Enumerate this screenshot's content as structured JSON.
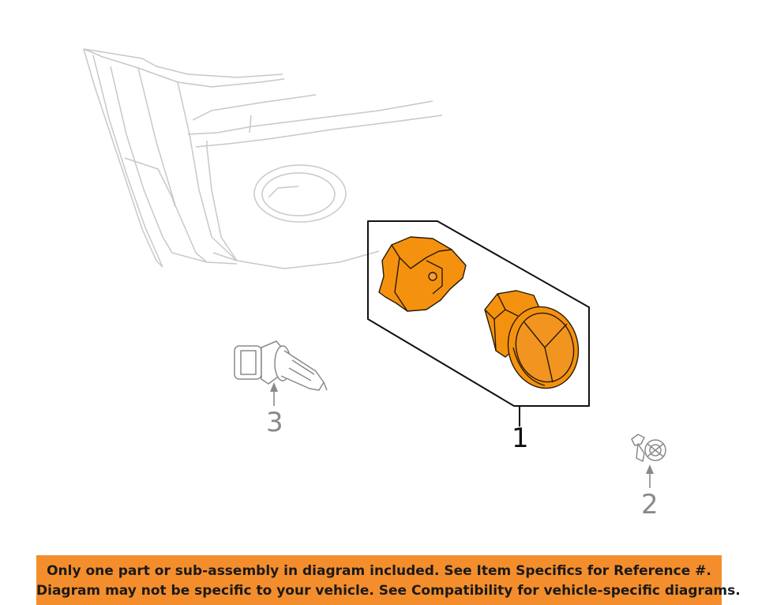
{
  "callouts": {
    "part_1": "1",
    "part_2": "2",
    "part_3": "3"
  },
  "notice": {
    "line1": "Only one part or sub-assembly in diagram included. See Item Specifics for Reference #.",
    "line2": "Diagram may not be specific to your vehicle. See Compatibility for vehicle-specific diagrams."
  },
  "colors": {
    "highlight_part": "#f4920f",
    "background_outline": "#c8c8c8",
    "secondary_part": "#8a8a8a",
    "banner": "#f48e2c"
  }
}
